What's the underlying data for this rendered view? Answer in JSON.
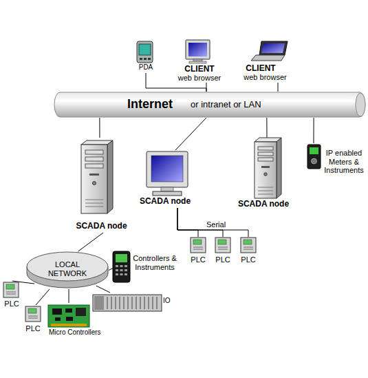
{
  "diagram": {
    "nodes": [
      {
        "text": [
          "PDA"
        ]
      },
      {
        "text": [
          "CLIENT",
          "web browser"
        ]
      },
      {
        "text": [
          "CLIENT",
          "web browser"
        ]
      },
      {
        "text": [
          "Internet",
          "or intranet or LAN"
        ]
      },
      {
        "text": [
          "SCADA node"
        ]
      },
      {
        "text": [
          "SCADA node"
        ]
      },
      {
        "text": [
          "SCADA node"
        ]
      },
      {
        "text": [
          "IP enabled Meters & Instruments"
        ]
      },
      {
        "text": [
          "PLC"
        ]
      },
      {
        "text": [
          "PLC"
        ]
      },
      {
        "text": [
          "PLC"
        ]
      },
      {
        "text": [
          "LOCAL NETWORK"
        ]
      },
      {
        "text": [
          "Controllers & Instruments"
        ]
      },
      {
        "text": [
          "PLC"
        ]
      },
      {
        "text": [
          "PLC"
        ]
      },
      {
        "text": [
          "Micro Controllers"
        ]
      },
      {
        "text": [
          "IO"
        ]
      }
    ],
    "edges": [
      {
        "from": 0,
        "to": 3,
        "arrow": "none"
      },
      {
        "from": 1,
        "to": 3,
        "arrow": "none"
      },
      {
        "from": 2,
        "to": 3,
        "arrow": "none"
      },
      {
        "from": 3,
        "to": 4,
        "arrow": "none"
      },
      {
        "from": 3,
        "to": 5,
        "arrow": "none"
      },
      {
        "from": 3,
        "to": 6,
        "arrow": "none"
      },
      {
        "from": 3,
        "to": 7,
        "arrow": "none"
      },
      {
        "from": 4,
        "to": 11,
        "arrow": "none"
      },
      {
        "from": 5,
        "to": 8,
        "arrow": "none"
      },
      {
        "from": 5,
        "to": 9,
        "arrow": "none"
      },
      {
        "from": 5,
        "to": 10,
        "arrow": "none"
      },
      {
        "from": 11,
        "to": 12,
        "arrow": "none"
      },
      {
        "from": 11,
        "to": 13,
        "arrow": "none"
      },
      {
        "from": 11,
        "to": 14,
        "arrow": "none"
      },
      {
        "from": 11,
        "to": 15,
        "arrow": "none"
      },
      {
        "from": 11,
        "to": 16,
        "arrow": "none"
      }
    ],
    "labels": [
      "Serial"
    ]
  }
}
